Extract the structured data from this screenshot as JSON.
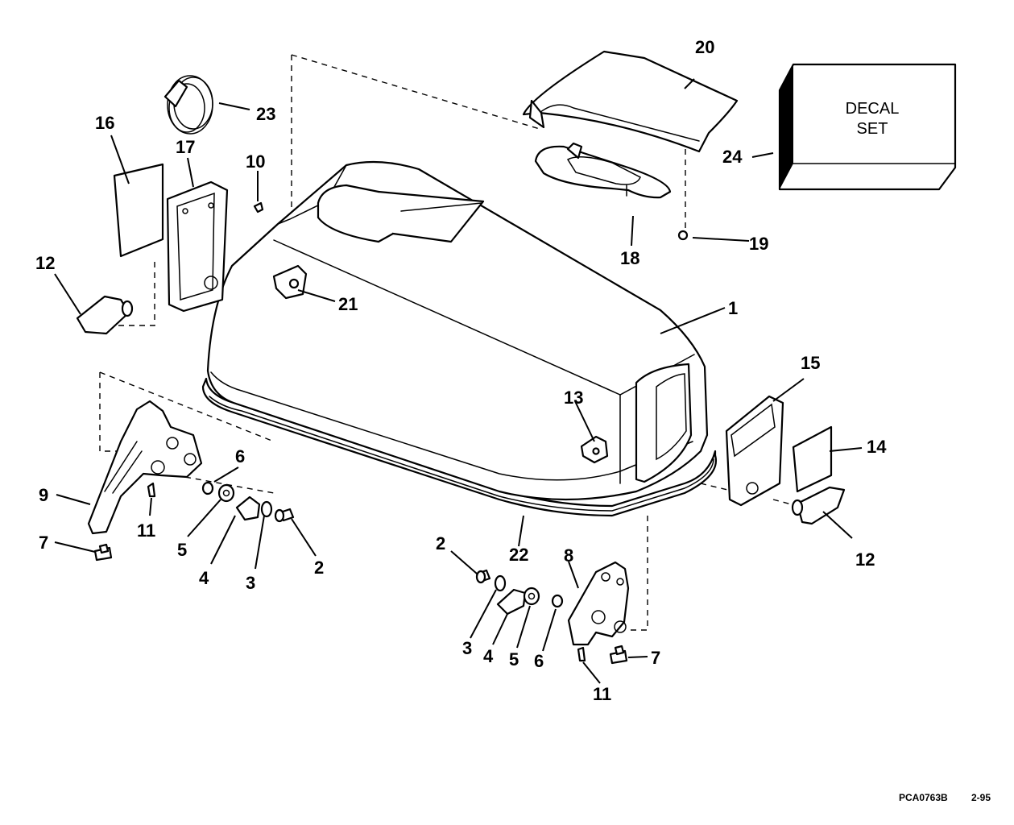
{
  "decal": {
    "line1": "DECAL",
    "line2": "SET"
  },
  "labels": {
    "l1": "1",
    "l2a": "2",
    "l2b": "2",
    "l3a": "3",
    "l3b": "3",
    "l4a": "4",
    "l4b": "4",
    "l5a": "5",
    "l5b": "5",
    "l6a": "6",
    "l6b": "6",
    "l7a": "7",
    "l7b": "7",
    "l8": "8",
    "l9": "9",
    "l10": "10",
    "l11a": "11",
    "l11b": "11",
    "l12a": "12",
    "l12b": "12",
    "l13": "13",
    "l14": "14",
    "l15": "15",
    "l16": "16",
    "l17": "17",
    "l18": "18",
    "l19": "19",
    "l20": "20",
    "l21": "21",
    "l22": "22",
    "l23": "23",
    "l24": "24"
  },
  "footer": {
    "code": "PCA0763B",
    "date": "2-95"
  }
}
